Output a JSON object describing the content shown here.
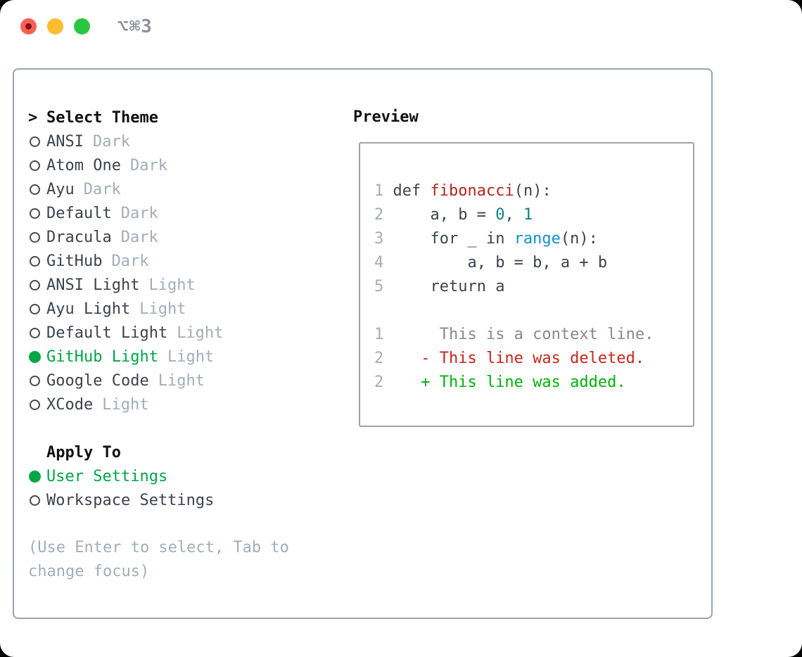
{
  "window": {
    "title": "⌥⌘3",
    "traffic_lights": {
      "close_color": "#fa5f55",
      "minimize_color": "#febc2e",
      "zoom_color": "#28c73f"
    }
  },
  "theme_panel": {
    "caret": ">",
    "header": "Select Theme",
    "items": [
      {
        "name": "ANSI",
        "tag": "Dark",
        "selected": false
      },
      {
        "name": "Atom One",
        "tag": "Dark",
        "selected": false
      },
      {
        "name": "Ayu",
        "tag": "Dark",
        "selected": false
      },
      {
        "name": "Default",
        "tag": "Dark",
        "selected": false
      },
      {
        "name": "Dracula",
        "tag": "Dark",
        "selected": false
      },
      {
        "name": "GitHub",
        "tag": "Dark",
        "selected": false
      },
      {
        "name": "ANSI Light",
        "tag": "Light",
        "selected": false
      },
      {
        "name": "Ayu Light",
        "tag": "Light",
        "selected": false
      },
      {
        "name": "Default Light",
        "tag": "Light",
        "selected": false
      },
      {
        "name": "GitHub Light",
        "tag": "Light",
        "selected": true
      },
      {
        "name": "Google Code",
        "tag": "Light",
        "selected": false
      },
      {
        "name": "XCode",
        "tag": "Light",
        "selected": false
      }
    ]
  },
  "apply_to": {
    "header": "Apply To",
    "options": [
      {
        "label": "User Settings",
        "selected": true
      },
      {
        "label": "Workspace Settings",
        "selected": false
      }
    ]
  },
  "hint": {
    "line1": "(Use Enter to select, Tab to",
    "line2": "change focus)"
  },
  "preview": {
    "header": "Preview",
    "lines": [
      [
        {
          "t": "1 ",
          "s": "num"
        },
        {
          "t": "def ",
          "s": "codetxt"
        },
        {
          "t": "fibonacci",
          "s": "func"
        },
        {
          "t": "(n):",
          "s": "codetxt"
        }
      ],
      [
        {
          "t": "2",
          "s": "num"
        },
        {
          "t": "     a, b = ",
          "s": "codetxt"
        },
        {
          "t": "0",
          "s": "lit"
        },
        {
          "t": ", ",
          "s": "codetxt"
        },
        {
          "t": "1",
          "s": "lit"
        }
      ],
      [
        {
          "t": "3",
          "s": "num"
        },
        {
          "t": "     for _ in ",
          "s": "codetxt"
        },
        {
          "t": "range",
          "s": "call"
        },
        {
          "t": "(n):",
          "s": "codetxt"
        }
      ],
      [
        {
          "t": "4",
          "s": "num"
        },
        {
          "t": "         a, b = b, a + b",
          "s": "codetxt"
        }
      ],
      [
        {
          "t": "5",
          "s": "num"
        },
        {
          "t": "     return a",
          "s": "codetxt"
        }
      ],
      [
        {
          "t": "",
          "s": "codetxt"
        }
      ],
      [
        {
          "t": "1",
          "s": "num"
        },
        {
          "t": "      This is a context line.",
          "s": "ctx"
        }
      ],
      [
        {
          "t": "2",
          "s": "num"
        },
        {
          "t": "    - This line was deleted.",
          "s": "del"
        }
      ],
      [
        {
          "t": "2",
          "s": "num"
        },
        {
          "t": "    + This line was added.",
          "s": "add"
        }
      ]
    ]
  },
  "colors": {
    "accent_green": "#00a546",
    "added_green": "#00b10b",
    "deleted_red": "#c5271b",
    "function_red": "#b3241c",
    "literal_teal": "#0f7f7c",
    "call_blue": "#0f93cc",
    "muted_gray": "#a3adb9",
    "context_gray": "#85898f",
    "text_dark": "#3c434b",
    "border_gray": "#9aa3af"
  }
}
